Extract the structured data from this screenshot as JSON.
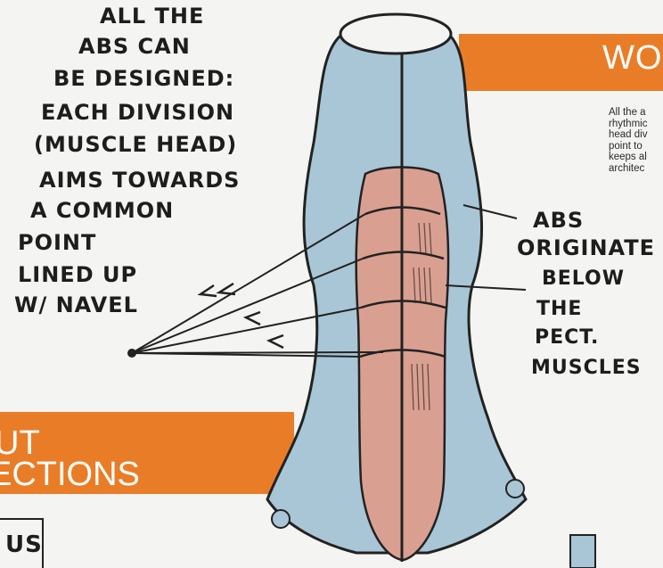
{
  "banner_top": {
    "title": "WO"
  },
  "banner_bottom": {
    "line1": "UT",
    "line2": "ECTIONS"
  },
  "body_text": {
    "lines": [
      "All the a",
      "rhythmic",
      "head div",
      "point to",
      "keeps al",
      "architec"
    ]
  },
  "annotations": {
    "left_note": [
      "ALL THE",
      "ABS CAN",
      "BE DESIGNED:",
      "EACH DIVISION",
      "(MUSCLE HEAD)",
      "AIMS TOWARDS",
      "A COMMON",
      "POINT",
      "LINED UP",
      "W/ NAVEL"
    ],
    "right_note": [
      "ABS",
      "ORIGINATE",
      "BELOW",
      "THE",
      "PECT.",
      "MUSCLES"
    ],
    "corner_fragment": "US"
  },
  "colors": {
    "accent": "#e97d27",
    "skin": "#d9a091",
    "cloth": "#a9c6d6",
    "ink": "#1d1d1d"
  }
}
